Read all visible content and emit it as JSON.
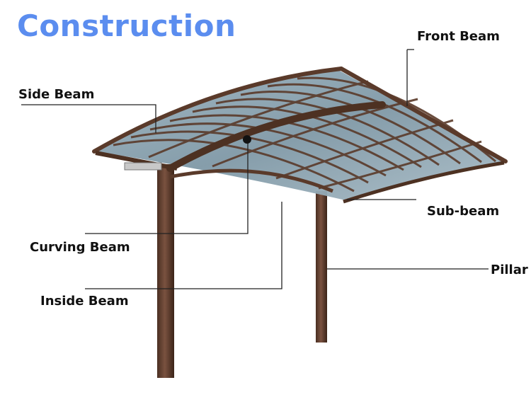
{
  "title": "Construction",
  "labels": {
    "front_beam": "Front Beam",
    "side_beam": "Side Beam",
    "sub_beam": "Sub-beam",
    "curving_beam": "Curving Beam",
    "pillar": "Pillar",
    "inside_beam": "Inside Beam"
  },
  "colors": {
    "title": "#5b8def",
    "frame": "#5a3a2a",
    "frame_dark": "#3d2619",
    "panel": "#8fa7b3",
    "panel_light": "#c9d6dd",
    "leader": "#222222"
  }
}
